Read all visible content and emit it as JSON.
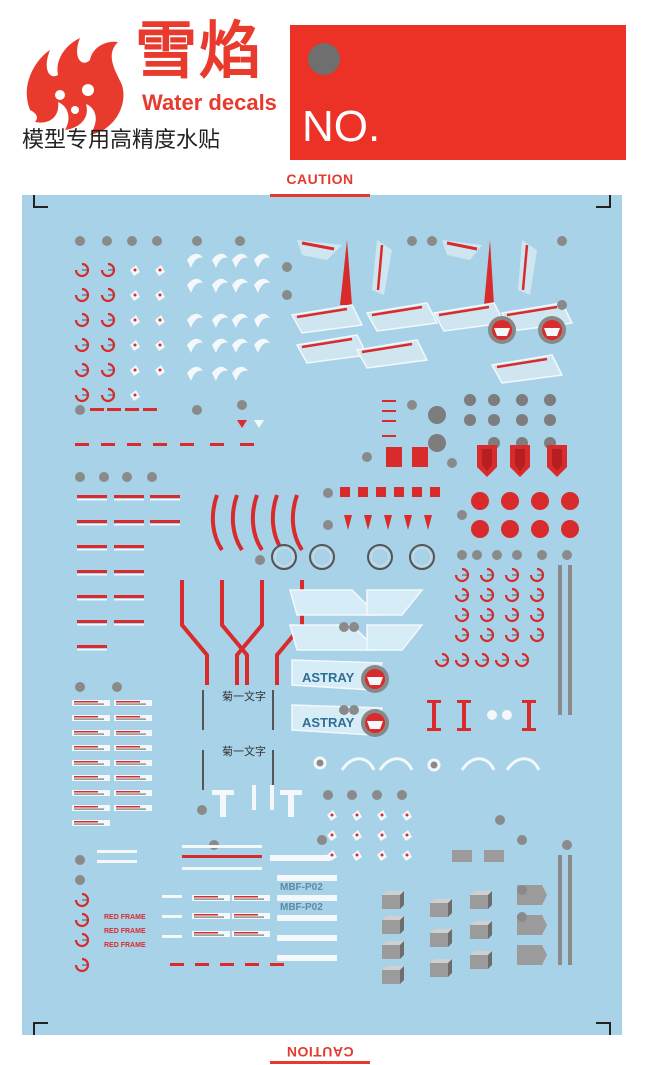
{
  "header": {
    "brand_cn": "雪焰",
    "brand_en": "Water decals",
    "tagline": "模型专用高精度水贴",
    "number_label": "NO."
  },
  "caution": {
    "top_label": "CAUTION",
    "bottom_label": "CAUTION"
  },
  "decal_texts": {
    "astray_label_1": "ASTRAY",
    "astray_label_2": "ASTRAY",
    "mbf_label_1": "MBF-P02",
    "mbf_label_2": "MBF-P02",
    "red_frame_1": "RED FRAME",
    "red_frame_2": "RED FRAME",
    "red_frame_3": "RED FRAME",
    "kanji_1": "菊一文字",
    "kanji_2": "菊一文字"
  },
  "colors": {
    "brand_red": "#ec3126",
    "sheet_blue": "#a7d2e8",
    "decal_red": "#d92b2b",
    "decal_grey": "#8a8a8a",
    "decal_white": "#f4f8fa"
  }
}
